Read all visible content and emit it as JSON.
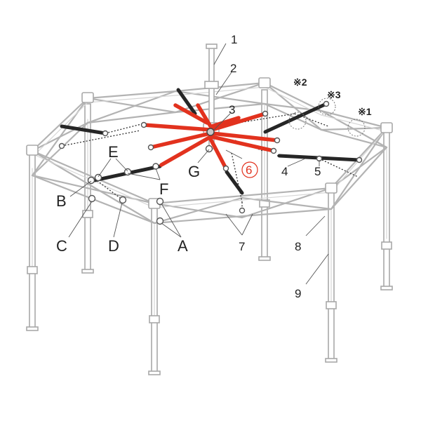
{
  "labels": {
    "n1": "1",
    "n2": "2",
    "n3": "3",
    "n4": "4",
    "n5": "5",
    "n6": "6",
    "n7": "7",
    "n8": "8",
    "n9": "9",
    "A": "A",
    "B": "B",
    "C": "C",
    "D": "D",
    "E": "E",
    "F": "F",
    "G": "G",
    "note1": "※1",
    "note2": "※2",
    "note3": "※3"
  },
  "colors": {
    "highlight": "#e2321e",
    "dark_bar": "#262626",
    "frame": "#b3b3b3"
  }
}
